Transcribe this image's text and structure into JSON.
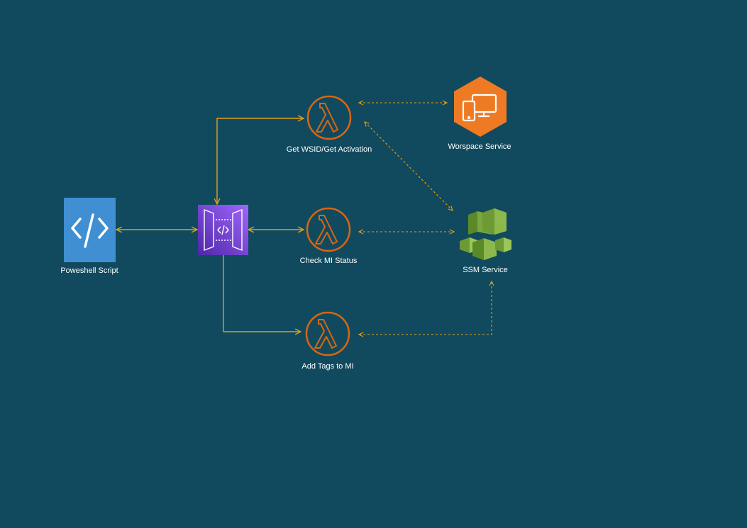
{
  "diagram": {
    "nodes": {
      "powershell": {
        "label": "Poweshell Script",
        "icon": "code-icon"
      },
      "api_gateway": {
        "label": "",
        "icon": "api-gateway-icon"
      },
      "lambda_get_wsid": {
        "label": "Get WSID/Get Activation",
        "icon": "lambda-icon"
      },
      "lambda_check_mi": {
        "label": "Check MI Status",
        "icon": "lambda-icon"
      },
      "lambda_add_tags": {
        "label": "Add Tags to MI",
        "icon": "lambda-icon"
      },
      "workspace_service": {
        "label": "Worspace Service",
        "icon": "workspaces-icon"
      },
      "ssm_service": {
        "label": "SSM Service",
        "icon": "ssm-icon"
      }
    },
    "edges": [
      {
        "from": "powershell",
        "to": "api_gateway",
        "style": "solid",
        "direction": "both"
      },
      {
        "from": "api_gateway",
        "to": "lambda_get_wsid",
        "style": "solid",
        "direction": "both"
      },
      {
        "from": "api_gateway",
        "to": "lambda_check_mi",
        "style": "solid",
        "direction": "both"
      },
      {
        "from": "api_gateway",
        "to": "lambda_add_tags",
        "style": "solid",
        "direction": "forward"
      },
      {
        "from": "lambda_get_wsid",
        "to": "workspace_service",
        "style": "dashed",
        "direction": "both"
      },
      {
        "from": "lambda_get_wsid",
        "to": "ssm_service",
        "style": "dashed",
        "direction": "both"
      },
      {
        "from": "lambda_check_mi",
        "to": "ssm_service",
        "style": "dashed",
        "direction": "both"
      },
      {
        "from": "lambda_add_tags",
        "to": "ssm_service",
        "style": "dashed",
        "direction": "both"
      }
    ],
    "colors": {
      "background": "#114a5e",
      "connector": "#e3a016",
      "lambda": "#d86613",
      "powershell_icon": "#3f8fd2",
      "api_gateway": "#8a3ee8",
      "workspaces": "#ee7b23",
      "ssm": "#6d9a34",
      "label": "#ffffff"
    }
  }
}
